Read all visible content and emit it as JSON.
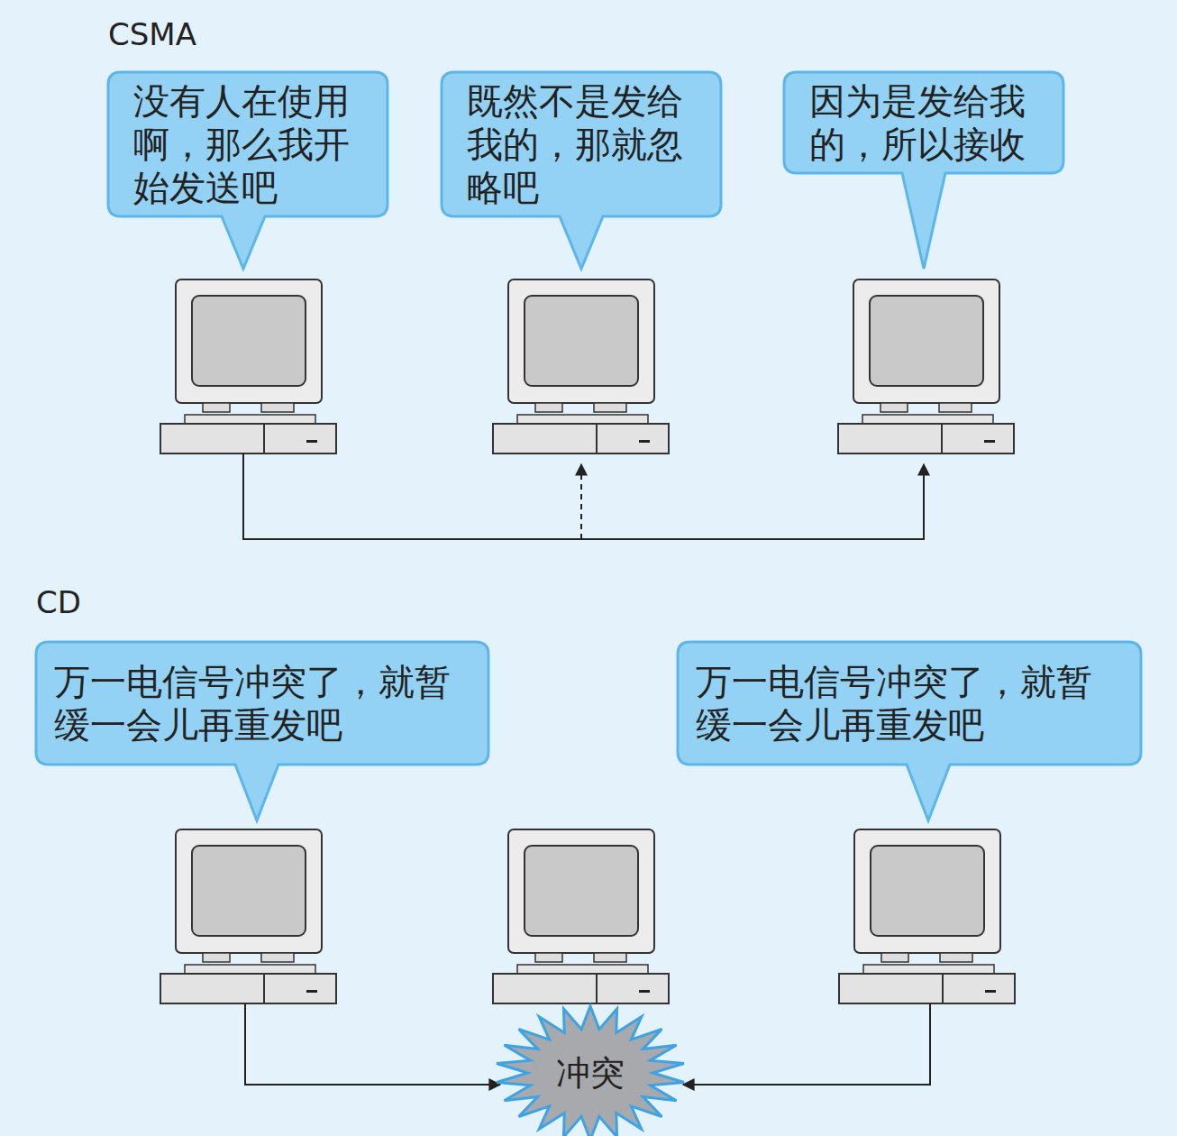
{
  "diagram": {
    "nodes": [
      {
        "text": [
          "没有人在使用啊，那么我开始发送吧"
        ]
      },
      {
        "text": [
          "既然不是发给我的，那就忽略吧"
        ]
      },
      {
        "text": [
          "因为是发给我的，所以接收"
        ]
      },
      {
        "text": [
          "万一电信号冲突了，就暂缓一会儿再重发吧"
        ]
      },
      {
        "text": [
          "万一电信号冲突了，就暂缓一会儿再重发吧"
        ]
      },
      {
        "text": [
          "冲突"
        ]
      }
    ],
    "labels": [
      "CSMA",
      "CD"
    ]
  }
}
